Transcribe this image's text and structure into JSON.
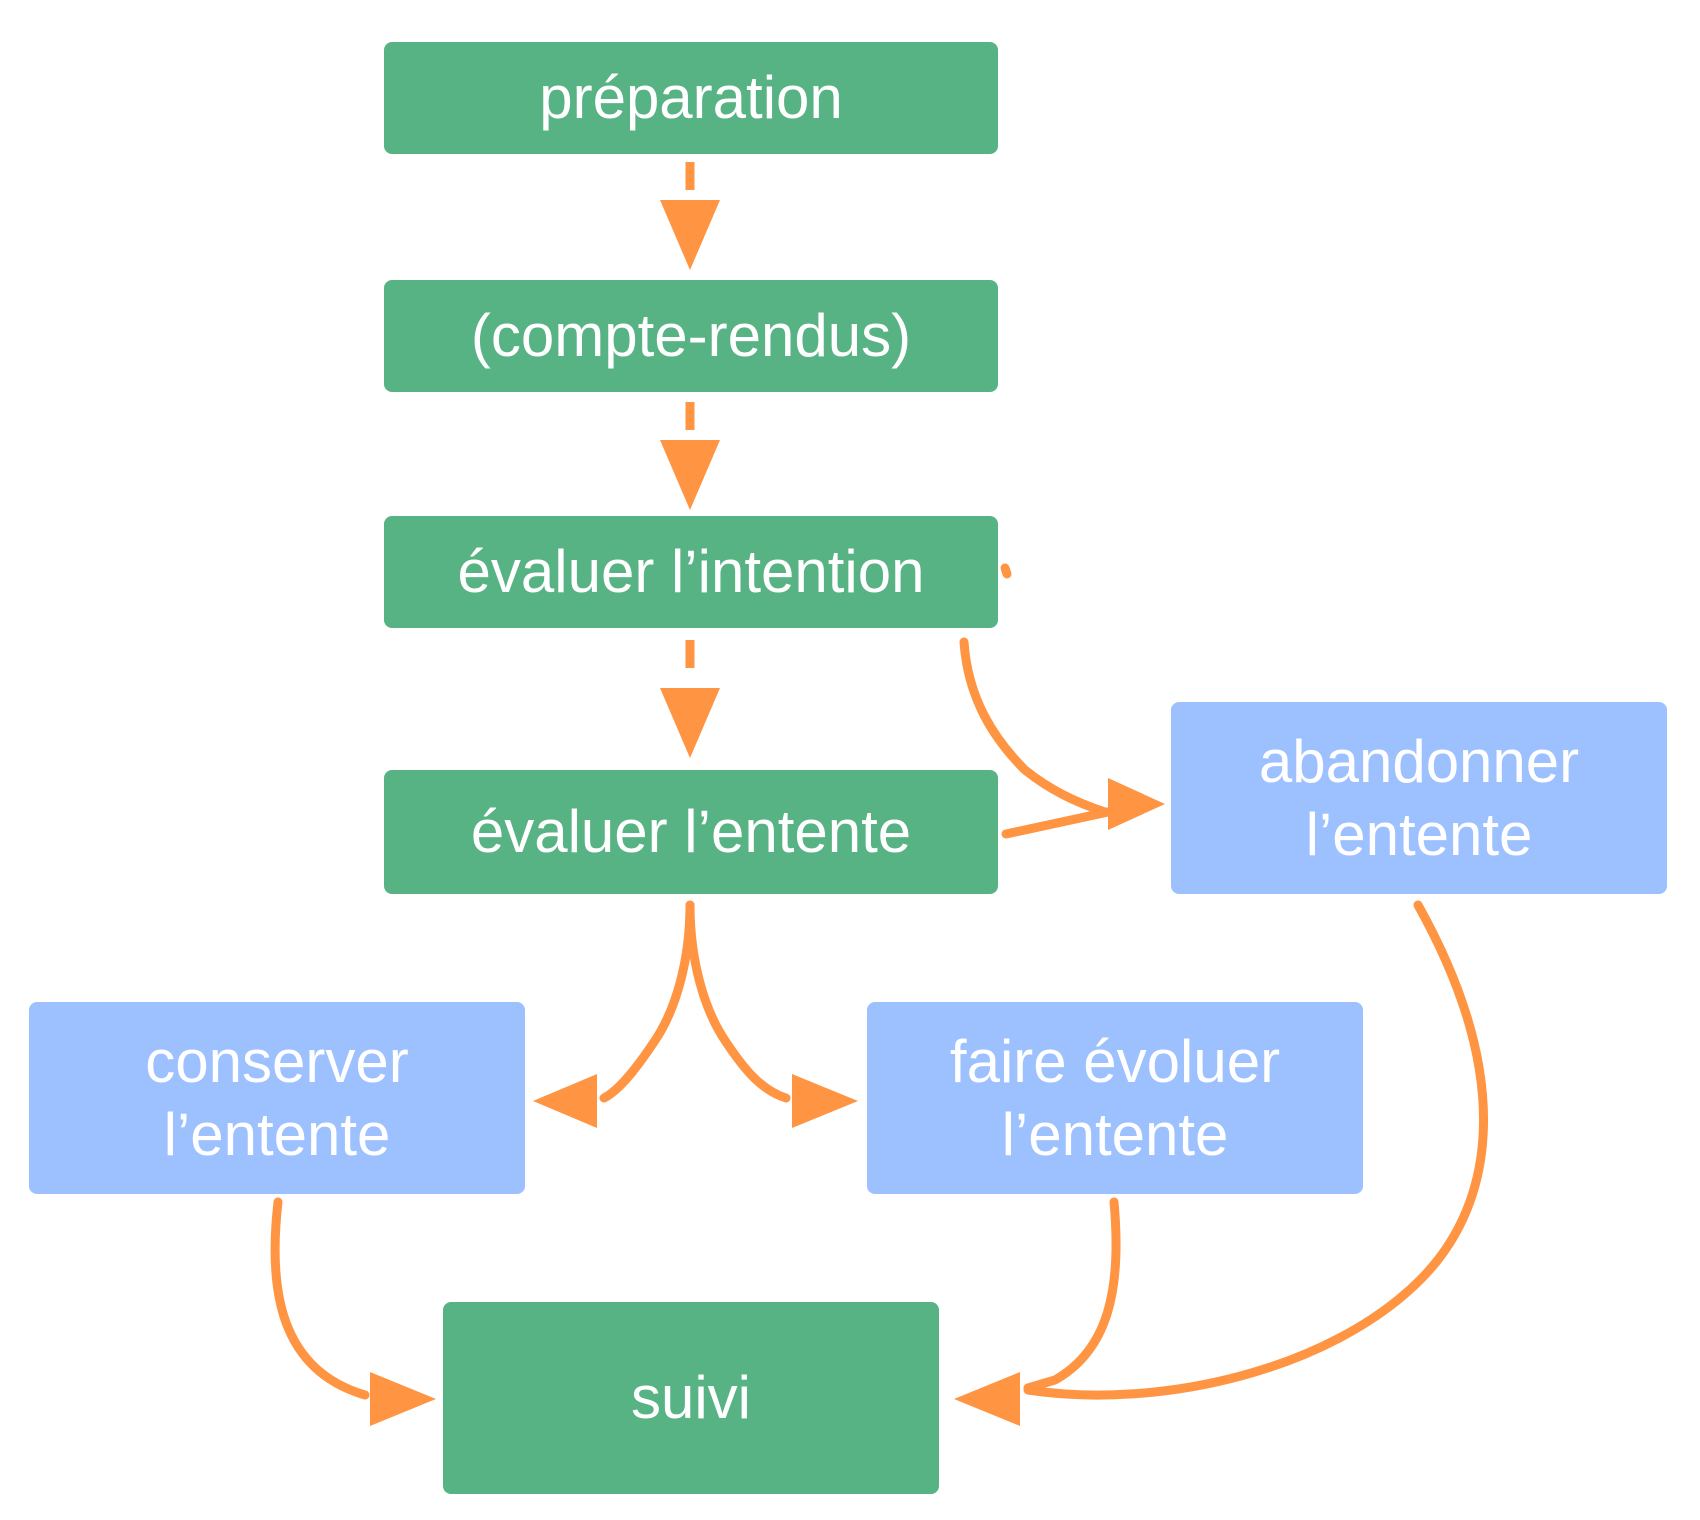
{
  "diagram": {
    "nodes": {
      "preparation": {
        "label": "préparation",
        "kind": "step"
      },
      "compte_rendus": {
        "label": "(compte-rendus)",
        "kind": "step"
      },
      "evaluer_intention": {
        "label": "évaluer l’intention",
        "kind": "step"
      },
      "evaluer_entente": {
        "label": "évaluer l’entente",
        "kind": "step"
      },
      "abandonner": {
        "label": "abandonner\nl’entente",
        "kind": "outcome"
      },
      "conserver": {
        "label": "conserver\nl’entente",
        "kind": "outcome"
      },
      "faire_evoluer": {
        "label": "faire évoluer\nl’entente",
        "kind": "outcome"
      },
      "suivi": {
        "label": "suivi",
        "kind": "step"
      }
    },
    "edges": [
      {
        "from": "preparation",
        "to": "compte_rendus",
        "style": "dashed"
      },
      {
        "from": "compte_rendus",
        "to": "evaluer_intention",
        "style": "dashed"
      },
      {
        "from": "evaluer_intention",
        "to": "evaluer_entente",
        "style": "dashed"
      },
      {
        "from": "evaluer_intention",
        "to": "abandonner",
        "style": "solid"
      },
      {
        "from": "evaluer_entente",
        "to": "abandonner",
        "style": "solid"
      },
      {
        "from": "evaluer_entente",
        "to": "conserver",
        "style": "solid"
      },
      {
        "from": "evaluer_entente",
        "to": "faire_evoluer",
        "style": "solid"
      },
      {
        "from": "conserver",
        "to": "suivi",
        "style": "solid"
      },
      {
        "from": "faire_evoluer",
        "to": "suivi",
        "style": "solid"
      },
      {
        "from": "abandonner",
        "to": "suivi",
        "style": "solid"
      }
    ],
    "colors": {
      "step": "#57B383",
      "outcome": "#9DC0FF",
      "arrow": "#FF9442"
    }
  }
}
